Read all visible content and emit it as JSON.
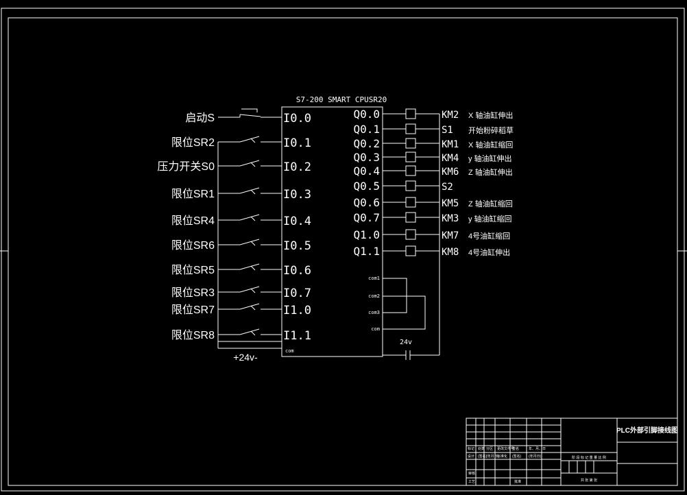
{
  "plc_title": "S7-200 SMART CPUSR20",
  "inputs": [
    {
      "switch": "启动S",
      "terminal": "I0.0",
      "nc": true
    },
    {
      "switch": "限位SR2",
      "terminal": "I0.1",
      "nc": false
    },
    {
      "switch": "压力开关S0",
      "terminal": "I0.2",
      "nc": false
    },
    {
      "switch": "限位SR1",
      "terminal": "I0.3",
      "nc": false
    },
    {
      "switch": "限位SR4",
      "terminal": "I0.4",
      "nc": false
    },
    {
      "switch": "限位SR6",
      "terminal": "I0.5",
      "nc": false
    },
    {
      "switch": "限位SR5",
      "terminal": "I0.6",
      "nc": false
    },
    {
      "switch": "限位SR3",
      "terminal": "I0.7",
      "nc": false
    },
    {
      "switch": "限位SR7",
      "terminal": "I1.0",
      "nc": false
    },
    {
      "switch": "限位SR8",
      "terminal": "I1.1",
      "nc": false
    }
  ],
  "input_com": "com",
  "supply_left": "+24v-",
  "outputs": [
    {
      "terminal": "Q0.0",
      "device": "KM2",
      "desc": "X 轴油缸伸出"
    },
    {
      "terminal": "Q0.1",
      "device": "S1",
      "desc": "开始粉碎稻草"
    },
    {
      "terminal": "Q0.2",
      "device": "KM1",
      "desc": "X 轴油缸缩回"
    },
    {
      "terminal": "Q0.3",
      "device": "KM4",
      "desc": "y 轴油缸伸出"
    },
    {
      "terminal": "Q0.4",
      "device": "KM6",
      "desc": "Z 轴油缸伸出"
    },
    {
      "terminal": "Q0.5",
      "device": "S2",
      "desc": ""
    },
    {
      "terminal": "Q0.6",
      "device": "KM5",
      "desc": "Z 轴油缸缩回"
    },
    {
      "terminal": "Q0.7",
      "device": "KM3",
      "desc": "y 轴油缸缩回"
    },
    {
      "terminal": "Q1.0",
      "device": "KM7",
      "desc": "4号油缸缩回"
    },
    {
      "terminal": "Q1.1",
      "device": "KM8",
      "desc": "4号油缸伸出"
    }
  ],
  "output_coms": [
    "com1",
    "com2",
    "com3",
    "com"
  ],
  "supply_right": "24v",
  "title_block": {
    "drawing_title": "PLC外部引脚接线图",
    "row1": [
      "标记",
      "处数",
      "分区",
      "更改文件号",
      "签名",
      "年、月、日"
    ],
    "row2": [
      "设计",
      "(签名)",
      "(年月日)",
      "标准化",
      "(签名)",
      "(年月日)"
    ],
    "stage_label": "阶 段 标 记 重 量 比 例",
    "sheet_label": "共 张 第 张",
    "audit": "审核",
    "process": "工艺",
    "approve": "批准"
  }
}
